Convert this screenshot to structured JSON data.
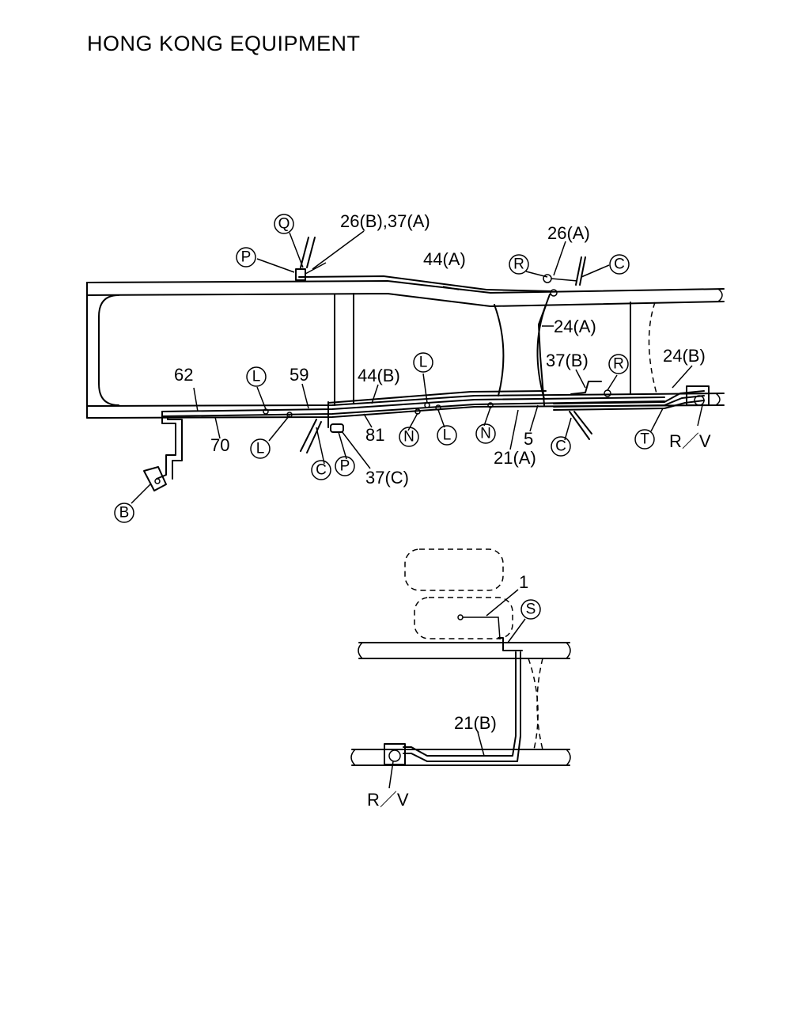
{
  "title": "HONG KONG EQUIPMENT",
  "colors": {
    "line": "#000000",
    "background": "#ffffff"
  },
  "upper_view": {
    "labels": {
      "l_26b_37a": "26(B),37(A)",
      "l_44a": "44(A)",
      "l_26a": "26(A)",
      "l_24a": "24(A)",
      "l_37b": "37(B)",
      "l_24b": "24(B)",
      "l_62": "62",
      "l_59": "59",
      "l_44b": "44(B)",
      "l_70": "70",
      "l_81": "81",
      "l_5": "5",
      "l_21a": "21(A)",
      "l_37c": "37(C)",
      "l_rv": "R／V"
    },
    "callouts": {
      "q": "Q",
      "p_top": "P",
      "r_top": "R",
      "c_top": "C",
      "l_1": "L",
      "l_2": "L",
      "r_mid": "R",
      "l_3": "L",
      "c_bot_1": "C",
      "p_bot": "P",
      "n_1": "N",
      "l_4": "L",
      "n_2": "N",
      "c_bot_2": "C",
      "t": "T",
      "b": "B"
    }
  },
  "lower_view": {
    "labels": {
      "l_1": "1",
      "l_21b": "21(B)",
      "l_rv": "R／V"
    },
    "callouts": {
      "s": "S"
    }
  }
}
